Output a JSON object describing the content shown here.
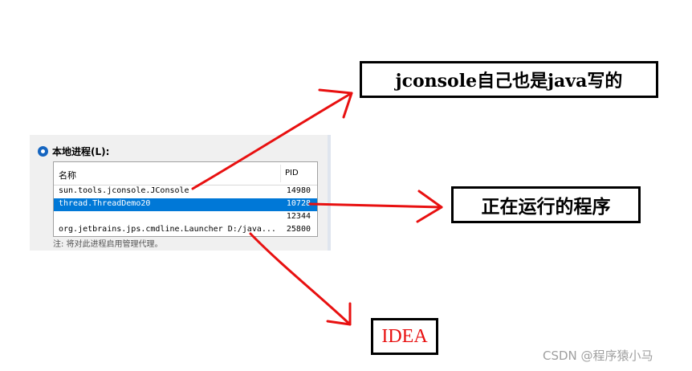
{
  "panel": {
    "radio_label": "本地进程(L):",
    "columns": {
      "name": "名称",
      "pid": "PID"
    },
    "rows": [
      {
        "name": "sun.tools.jconsole.JConsole",
        "pid": "14980",
        "selected": false
      },
      {
        "name": "thread.ThreadDemo20",
        "pid": "10728",
        "selected": true
      },
      {
        "name": "",
        "pid": "12344",
        "selected": false
      },
      {
        "name": "org.jetbrains.jps.cmdline.Launcher D:/java...",
        "pid": "25800",
        "selected": false
      }
    ],
    "note": "注: 将对此进程启用管理代理。"
  },
  "annotations": {
    "jconsole": "jconsole自己也是java写的",
    "running": "正在运行的程序",
    "idea": "IDEA"
  },
  "watermark": "CSDN @程序猿小马",
  "colors": {
    "arrow": "#e81010",
    "selection": "#0078d7",
    "radio": "#1565c0"
  }
}
